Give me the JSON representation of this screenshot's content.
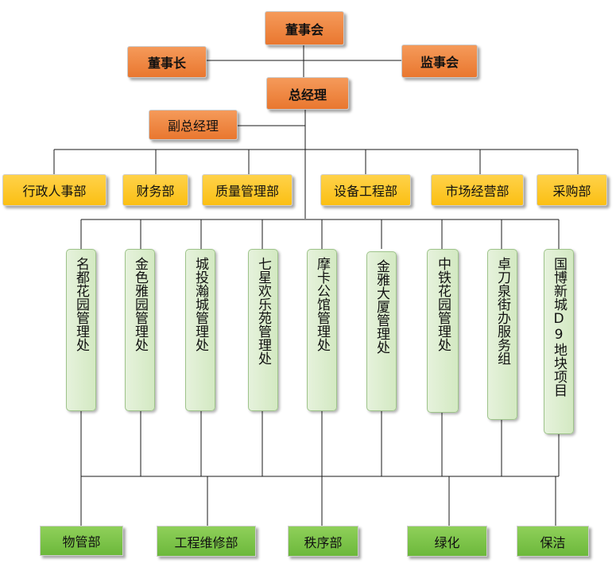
{
  "top": {
    "board": "董事会",
    "chairman": "董事长",
    "supervisors": "监事会",
    "gm": "总经理",
    "deputy_gm": "副总经理"
  },
  "departments": [
    "行政人事部",
    "财务部",
    "质量管理部",
    "设备工程部",
    "市场经营部",
    "采购部"
  ],
  "management_offices": [
    "名都花园管理处",
    "金色雅园管理处",
    "城投瀚城管理处",
    "七星欢乐苑管理处",
    "摩卡公馆管理处",
    "金雅大厦管理处",
    "中铁花园管理处",
    "卓刀泉街办服务组",
    "国博新城D9地块项目"
  ],
  "service_units": [
    "物管部",
    "工程维修部",
    "秩序部",
    "绿化",
    "保洁"
  ],
  "colors": {
    "top_level": "#ed8138",
    "department": "#fcc52a",
    "office": "#dcedcc",
    "service": "#7cc24a",
    "line": "#1a1a1a"
  }
}
